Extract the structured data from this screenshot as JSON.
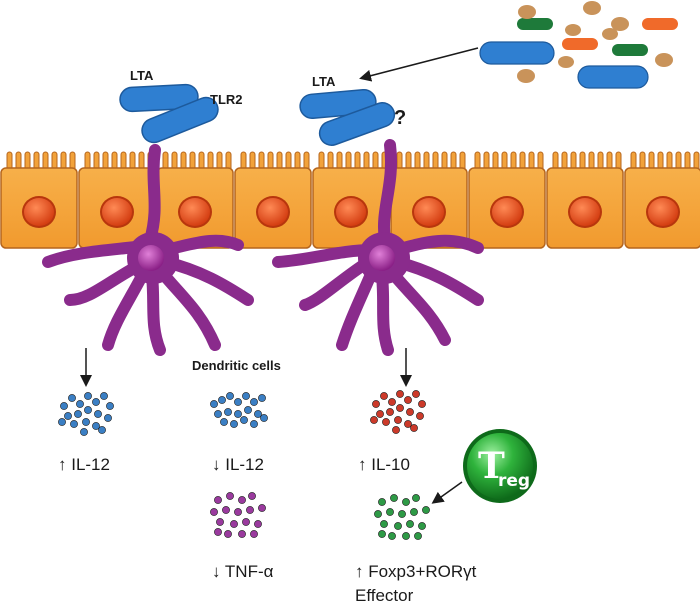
{
  "labels": {
    "lta_left": "LTA",
    "tlr2": "TLR2",
    "lta_right": "LTA",
    "question": "?",
    "dendritic_cells": "Dendritic cells",
    "il12_up": "↑ IL-12",
    "il12_down": "↓ IL-12",
    "tnf_down": "↓ TNF-α",
    "il10_up": "↑ IL-10",
    "foxp3_up": "↑ Foxp3+RORγt",
    "effector": "Effector",
    "treg_main": "T",
    "treg_sub": "reg"
  },
  "colors": {
    "epithelium": "#f2a23a",
    "epithelium_edge": "#b5651d",
    "nucleus": "#e8501e",
    "dendritic": "#8a2b8c",
    "dendritic_nucleus": "#b03aa8",
    "bacteria_blue": "#2f7fd1",
    "bacteria_green": "#1e7a3a",
    "bacteria_orange": "#f06a2a",
    "bacteria_tan": "#c9935a",
    "dot_blue": "#3b7fc4",
    "dot_red": "#cc3a2a",
    "dot_purple": "#9a3a9e",
    "dot_green": "#2e9a46",
    "treg": "#1f9a2e"
  }
}
